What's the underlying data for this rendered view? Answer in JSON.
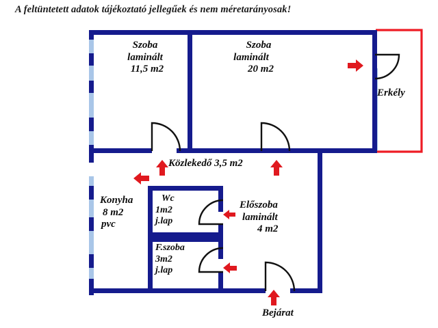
{
  "page": {
    "disclaimer": "A feltüntetett adatok tájékoztató jellegűek és nem méretarányosak!"
  },
  "colors": {
    "wall": "#151b8d",
    "wall_dark": "#11137a",
    "window": "#a9c6e8",
    "balcony": "#ee1c25",
    "arrow": "#e0191f",
    "door_arc": "#111111",
    "text": "#0d0d0d",
    "background": "#ffffff"
  },
  "rooms": [
    {
      "id": "szoba-1",
      "name": "Szoba",
      "floor": "laminált",
      "area": "11,5 m2"
    },
    {
      "id": "szoba-2",
      "name": "Szoba",
      "floor": "laminált",
      "area": "20 m2"
    },
    {
      "id": "erkely",
      "name": "Erkély",
      "floor": "",
      "area": ""
    },
    {
      "id": "kozlekedo",
      "name": "Közlekedő 3,5 m2",
      "floor": "",
      "area": ""
    },
    {
      "id": "konyha",
      "name": "Konyha",
      "floor": "pvc",
      "area": "8 m2"
    },
    {
      "id": "wc",
      "name": "Wc",
      "floor": "j.lap",
      "area": "1m2"
    },
    {
      "id": "furdoszoba",
      "name": "F.szoba",
      "floor": "j.lap",
      "area": "3m2"
    },
    {
      "id": "eloszoba",
      "name": "Előszoba",
      "floor": "laminált",
      "area": "4 m2"
    }
  ],
  "entrance": {
    "label": "Bejárat"
  },
  "arrows": [
    {
      "id": "arrow-to-balcony",
      "direction": "right"
    },
    {
      "id": "arrow-szoba1-door",
      "direction": "up"
    },
    {
      "id": "arrow-szoba2-door",
      "direction": "up"
    },
    {
      "id": "arrow-to-kitchen",
      "direction": "left"
    },
    {
      "id": "arrow-wc-door",
      "direction": "left"
    },
    {
      "id": "arrow-fszoba-door",
      "direction": "left"
    },
    {
      "id": "arrow-entrance",
      "direction": "up"
    }
  ]
}
